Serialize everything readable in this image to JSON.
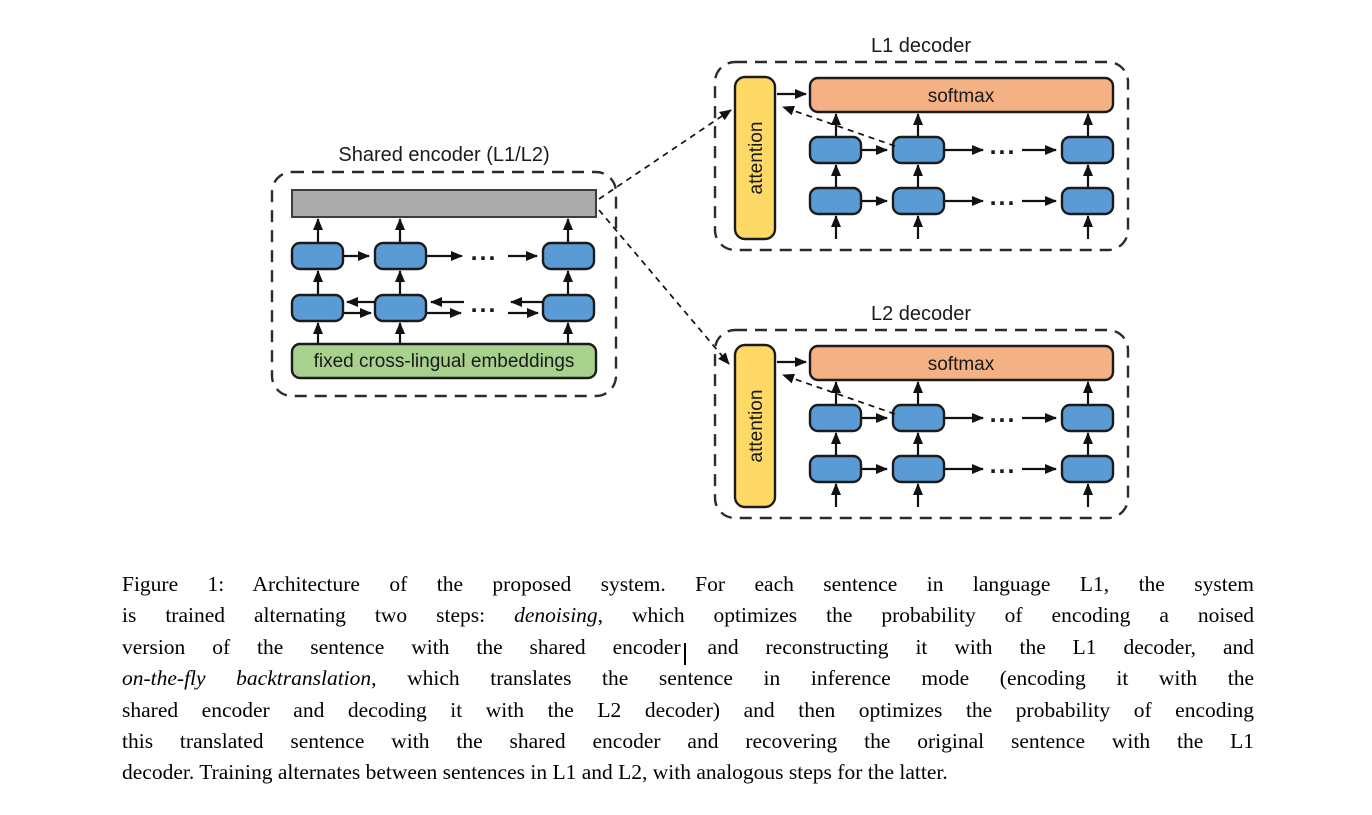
{
  "figure": {
    "ellipsis": "...",
    "shared_encoder": {
      "title": "Shared encoder (L1/L2)",
      "embeddings_label": "fixed cross-lingual embeddings"
    },
    "l1_decoder": {
      "title": "L1 decoder",
      "attention_label": "attention",
      "softmax_label": "softmax"
    },
    "l2_decoder": {
      "title": "L2 decoder",
      "attention_label": "attention",
      "softmax_label": "softmax"
    },
    "colors": {
      "cell_blue": "#5B9BD5",
      "encoder_output_gray": "#ABABAB",
      "embeddings_green": "#A9D18E",
      "attention_yellow": "#FFD966",
      "softmax_orange": "#F4B183"
    }
  },
  "caption": {
    "lines": [
      [
        {
          "t": "Figure 1: Architecture of the proposed system. For each sentence in language L1, the system",
          "i": false
        }
      ],
      [
        {
          "t": "is trained alternating two steps: ",
          "i": false
        },
        {
          "t": "denoising",
          "i": true
        },
        {
          "t": ", which optimizes the probability of encoding a noised",
          "i": false
        }
      ],
      [
        {
          "t": "version of the sentence with the shared encoder and reconstructing it with the L1 decoder, and",
          "i": false
        }
      ],
      [
        {
          "t": "on-the-fly backtranslation",
          "i": true
        },
        {
          "t": ", which translates the sentence in inference mode (encoding it with the",
          "i": false
        }
      ],
      [
        {
          "t": "shared encoder and decoding it with the L2 decoder) and then optimizes the probability of encoding",
          "i": false
        }
      ],
      [
        {
          "t": "this translated sentence with the shared encoder and recovering the original sentence with the L1",
          "i": false
        }
      ],
      [
        {
          "t": "decoder. Training alternates between sentences in L1 and L2, with analogous steps for the latter.",
          "i": false
        }
      ]
    ]
  }
}
